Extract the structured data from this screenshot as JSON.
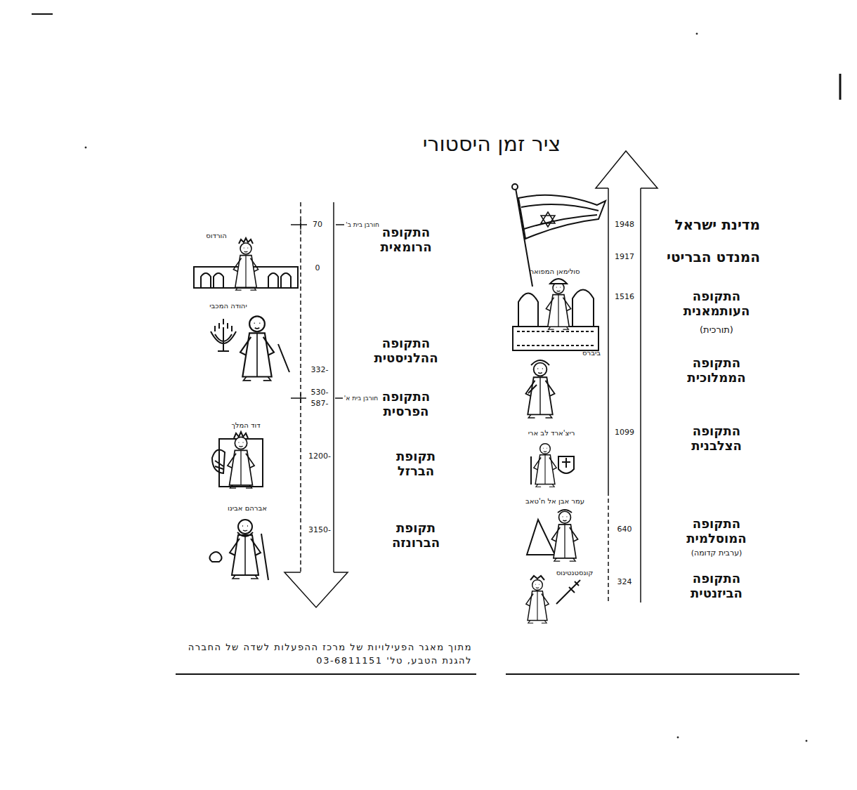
{
  "diagram": {
    "title": "ציר זמן היסטורי",
    "caption": "מתוך מאגר הפעילויות של מרכז ההפעלות לשדה של החברה להגנת הטבע, טל' 03-6811151",
    "labels": [
      "מדינת ישראל",
      "1948",
      "המנדט הבריטי",
      "1917",
      "התקופה העותמאנית",
      "(תורכית)",
      "1516",
      "סולימאן המפואר",
      "התקופה הממלוכית",
      "ביברס",
      "התקופה הצלבנית",
      "1099",
      "ריצ'ארד לב ארי",
      "התקופה המוסלמית",
      "(ערבית קדומה)",
      "640",
      "עמר אבן אל ח'טאב",
      "התקופה הביזנטית",
      "324",
      "קונסטנטינוס",
      "התקופה הרומאית",
      "70",
      "חורבן בית ב'",
      "0",
      "הורדוס",
      "התקופה ההלניסטית",
      "-332",
      "יהודה המכבי",
      "התקופה הפרסית",
      "-530",
      "-587",
      "חורבן בית א'",
      "תקופת הברזל",
      "-1200",
      "דוד המלך",
      "תקופת הברונזה",
      "-3150",
      "אברהם אבינו"
    ]
  }
}
